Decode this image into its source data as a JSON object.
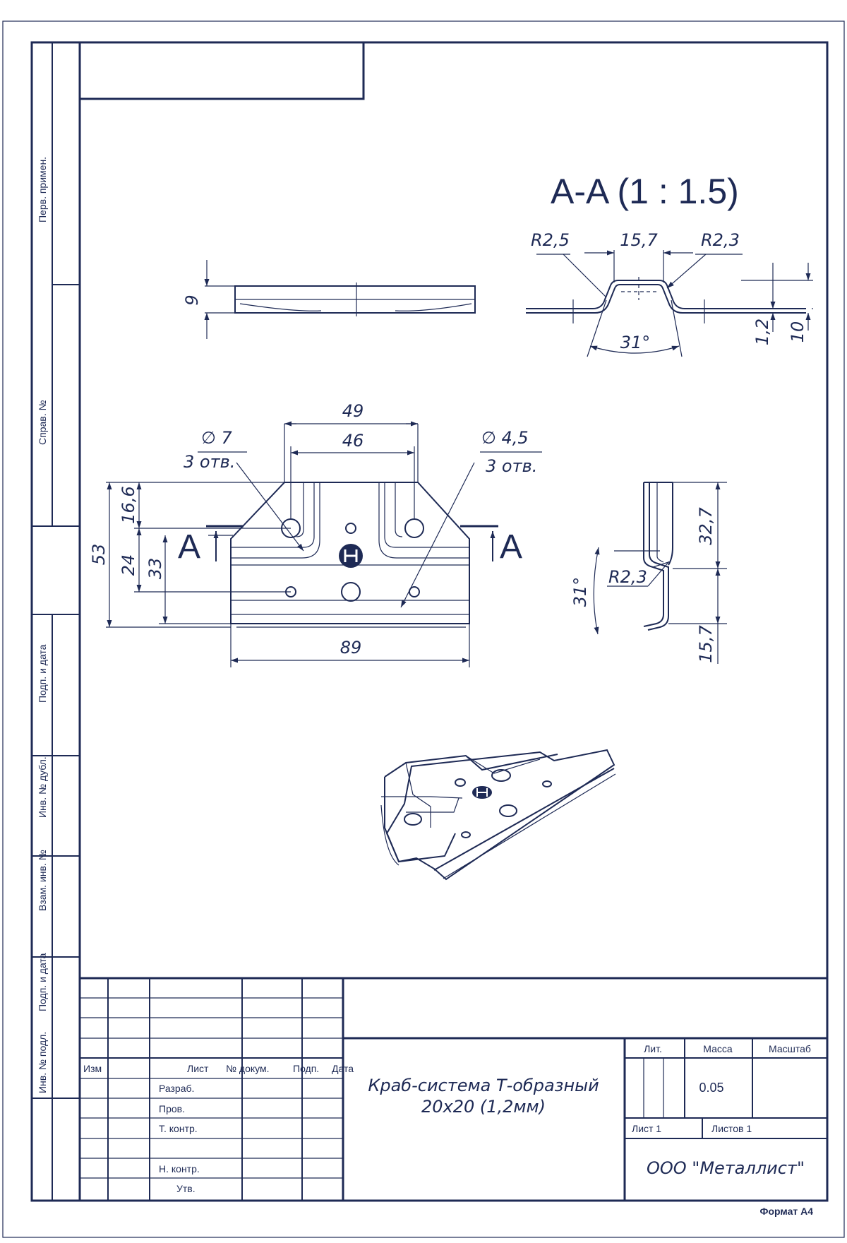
{
  "section": {
    "title": "A-A (1 : 1.5)",
    "cut_label": "A"
  },
  "dims": {
    "top_height": "9",
    "sec_r_left": "R2,5",
    "sec_width": "15,7",
    "sec_r_right": "R2,3",
    "sec_angle": "31°",
    "sec_thick": "1,2",
    "sec_height": "10",
    "w49": "49",
    "w46": "46",
    "hole7": "∅ 7",
    "hole7_count": "3 отв.",
    "hole45": "∅ 4,5",
    "hole45_count": "3 отв.",
    "h16": "16,6",
    "h24": "24",
    "h33": "33",
    "h53": "53",
    "w89": "89",
    "side_h1": "32,7",
    "side_r": "R2,3",
    "side_angle": "31°",
    "side_h2": "15,7"
  },
  "side_stamps": {
    "perv_primen": "Перв. примен.",
    "sprav_no": "Справ. №",
    "podp_data_1": "Подп. и дата",
    "inv_dubl": "Инв. № дубл.",
    "vzam_inv": "Взам. инв. №",
    "podp_data_2": "Подп. и дата",
    "inv_podl": "Инв. № подл."
  },
  "title_block": {
    "col_izm": "Изм",
    "col_list": "Лист",
    "col_dokum": "№ докум.",
    "col_podp": "Подп.",
    "col_data": "Дата",
    "razrab": "Разраб.",
    "prov": "Пров.",
    "t_kontr": "Т. контр.",
    "n_kontr": "Н. контр.",
    "utv": "Утв.",
    "title_line1": "Краб-система Т-образный",
    "title_line2": "20х20 (1,2мм)",
    "lit": "Лит.",
    "massa": "Масса",
    "masshtab": "Масштаб",
    "mass_value": "0.05",
    "sheet": "Лист 1",
    "sheets": "Листов 1",
    "company": "ООО \"Металлист\"",
    "format": "Формат А4"
  }
}
